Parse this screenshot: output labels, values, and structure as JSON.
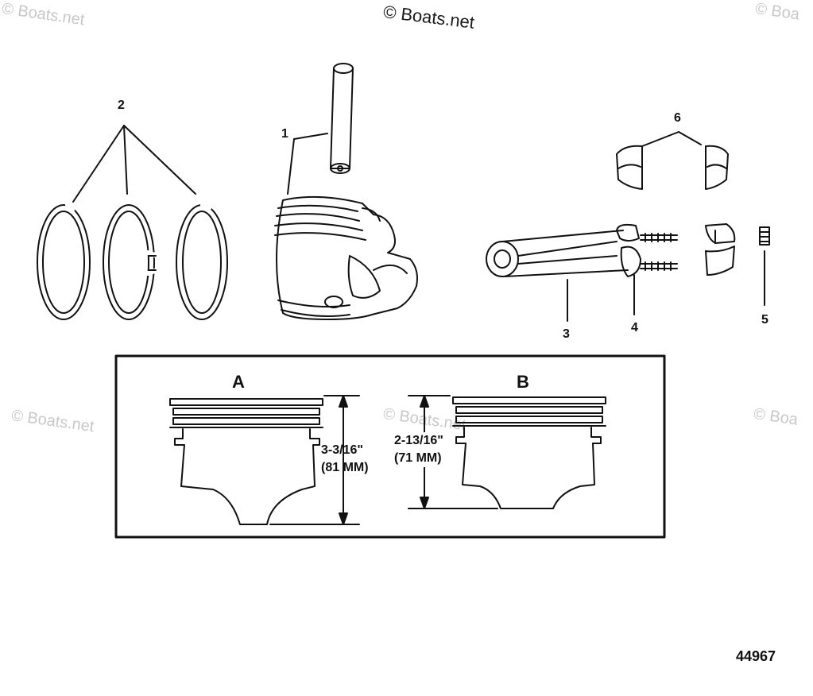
{
  "watermark": {
    "main": "© Boats.net",
    "faint": "© Boats.net",
    "faint_cut": "© Boa"
  },
  "callouts": {
    "piston_pin": "1",
    "piston_rings": "2",
    "connecting_rod": "3",
    "rod_cap": "4",
    "rod_nut": "5",
    "needle_bearing": "6"
  },
  "detail": {
    "piston_a": {
      "letter": "A",
      "height_in": "3-3/16\"",
      "height_mm": "(81 MM)"
    },
    "piston_b": {
      "letter": "B",
      "height_in": "2-13/16\"",
      "height_mm": "(71 MM)"
    }
  },
  "figure_number": "44967"
}
